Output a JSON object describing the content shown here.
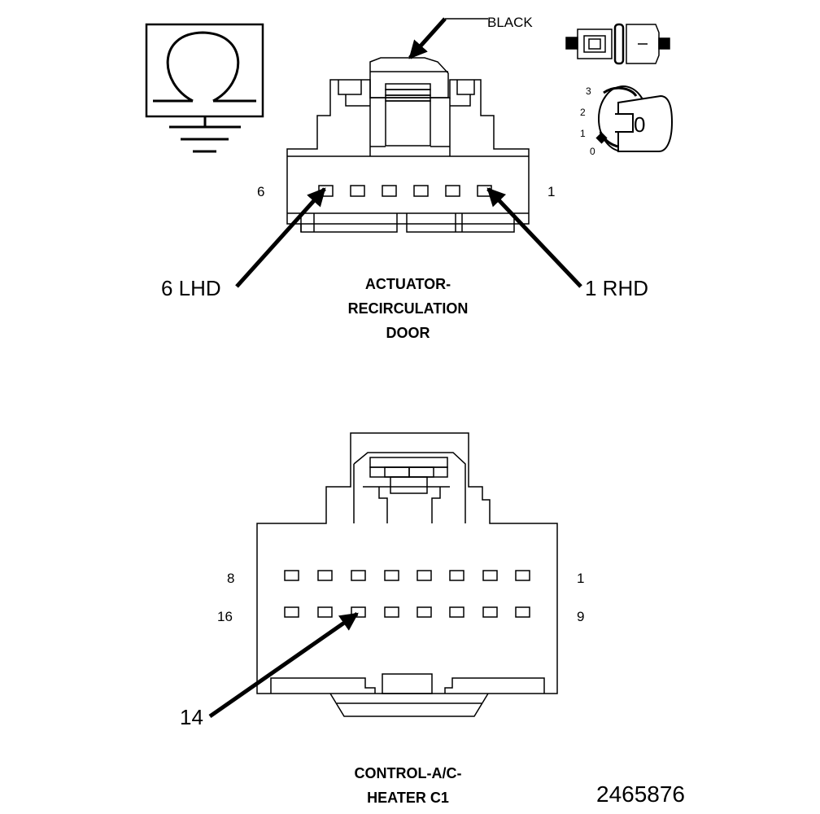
{
  "top_connector": {
    "color_label": "BLACK",
    "pin_left": "6",
    "pin_right": "1",
    "callout_left": "6 LHD",
    "callout_right": "1 RHD",
    "name_line1": "ACTUATOR-",
    "name_line2": "RECIRCULATION",
    "name_line3": "DOOR"
  },
  "bottom_connector": {
    "pin_top_left": "8",
    "pin_top_right": "1",
    "pin_bottom_left": "16",
    "pin_bottom_right": "9",
    "callout": "14",
    "name_line1": "CONTROL-A/C-",
    "name_line2": "HEATER C1"
  },
  "key_icon": {
    "positions": [
      "3",
      "2",
      "1",
      "0"
    ],
    "key_label": "0"
  },
  "figure_number": "2465876",
  "icons": [
    "ohm-ground-icon",
    "connector-plug-icon",
    "ignition-key-icon"
  ]
}
